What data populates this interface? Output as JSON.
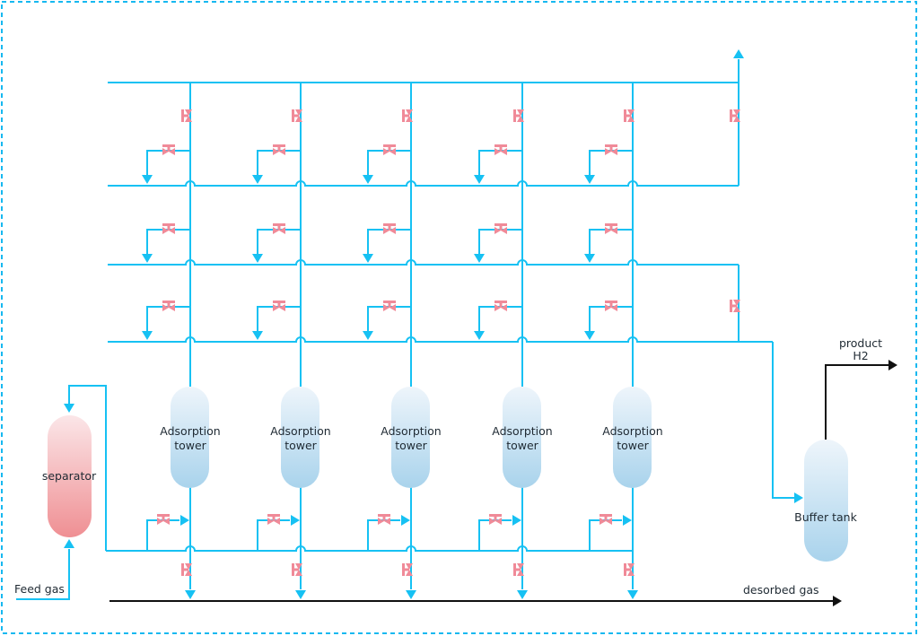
{
  "diagram": {
    "colors": {
      "pipe": "#16c1f3",
      "valve": "#f08a98",
      "border": "#16b8f0",
      "arrow_dark": "#111111",
      "separator_top": "#fbe6e8",
      "separator_bottom": "#ef8f93",
      "tower_top": "#eef5fb",
      "tower_bottom": "#a9d3ec"
    },
    "labels": {
      "separator": "separator",
      "tower_line1": "Adsorption",
      "tower_line2": "tower",
      "buffer_tank": "Buffer tank",
      "product_line1": "product",
      "product_line2": "H2",
      "feed_gas": "Feed gas",
      "desorbed_gas": "desorbed gas"
    },
    "tower_count": 5
  }
}
